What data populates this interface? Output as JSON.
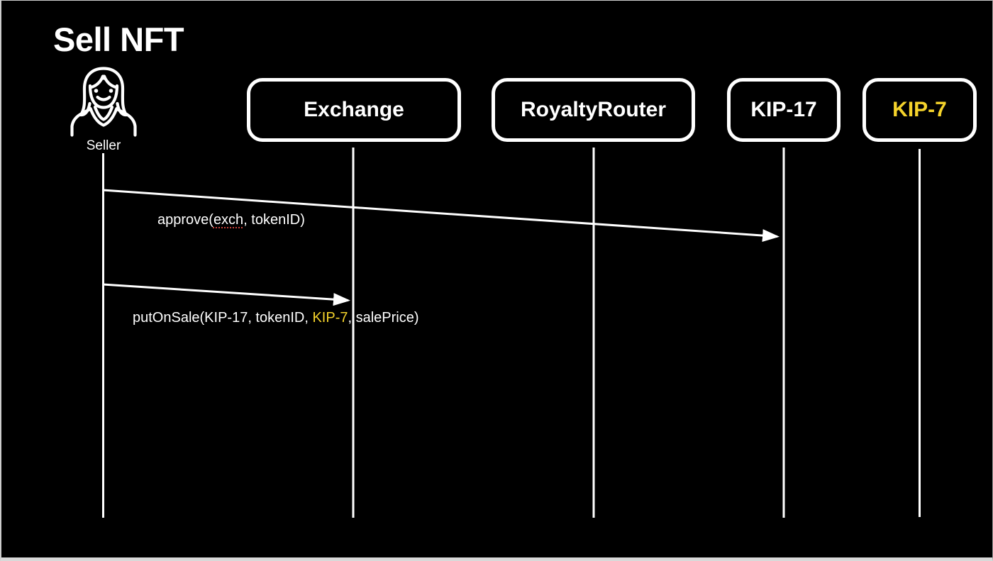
{
  "title": "Sell NFT",
  "actor": {
    "name": "Seller",
    "icon": "woman-user-icon"
  },
  "participants": [
    {
      "id": "exchange",
      "label": "Exchange",
      "text_color": "#ffffff"
    },
    {
      "id": "royalty-router",
      "label": "RoyaltyRouter",
      "text_color": "#ffffff"
    },
    {
      "id": "kip-17",
      "label": "KIP-17",
      "text_color": "#ffffff"
    },
    {
      "id": "kip-7",
      "label": "KIP-7",
      "text_color": "#f5d32b"
    }
  ],
  "messages": [
    {
      "from": "Seller",
      "to": "KIP-17",
      "text_before": "approve(",
      "text_spellcheck": "exch",
      "text_after": ", tokenID)"
    },
    {
      "from": "Seller",
      "to": "Exchange",
      "text_before": "putOnSale(KIP-17, tokenID, ",
      "text_accent": "KIP-7",
      "text_after": ", salePrice)"
    }
  ],
  "colors": {
    "background": "#000000",
    "text": "#ffffff",
    "accent_yellow": "#f5d32b",
    "spellcheck_underline": "#c9423a",
    "window_edge": "#d9d9d9"
  }
}
